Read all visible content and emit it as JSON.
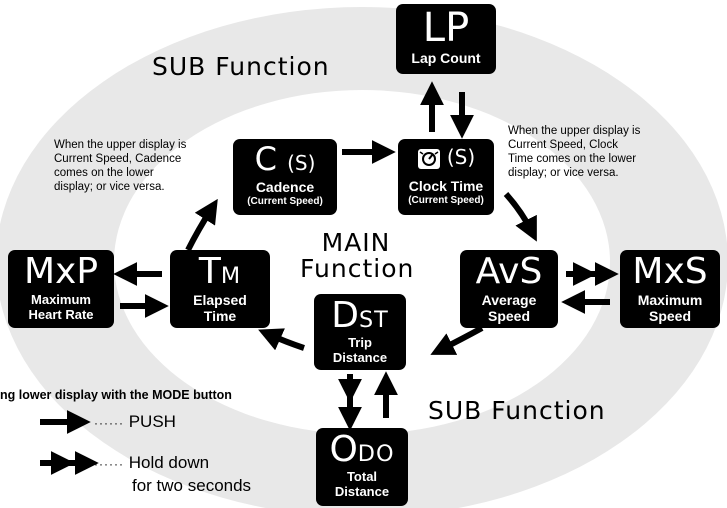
{
  "regions": {
    "sub_top": "SUB Function",
    "main": [
      "MAIN",
      "Function"
    ],
    "sub_bottom": "SUB Function"
  },
  "boxes": {
    "lp": {
      "big": "LP",
      "label": "Lap Count"
    },
    "c": {
      "big": "C",
      "s": "(S)",
      "label": "Cadence",
      "sub": "(Current Speed)"
    },
    "clock": {
      "s": "(S)",
      "label": "Clock Time",
      "sub": "(Current Speed)",
      "icon": "clock-icon"
    },
    "tm": {
      "big": "T",
      "big_small": "M",
      "label": [
        "Elapsed",
        "Time"
      ]
    },
    "mxp": {
      "big": "MxP",
      "label": [
        "Maximum",
        "Heart Rate"
      ]
    },
    "dst": {
      "big": "D",
      "big_small": "ST",
      "label": [
        "Trip",
        "Distance"
      ]
    },
    "avs": {
      "big": "AvS",
      "label": [
        "Average",
        "Speed"
      ]
    },
    "mxs": {
      "big": "MxS",
      "label": [
        "Maximum",
        "Speed"
      ]
    },
    "odo": {
      "big": "O",
      "big_small": "DO",
      "label": [
        "Total",
        "Distance"
      ]
    }
  },
  "notes": {
    "left": [
      "When the upper display is",
      "Current Speed, Cadence",
      "comes on the lower",
      "display; or vice versa."
    ],
    "right": [
      "When the upper display is",
      "Current Speed, Clock",
      "Time comes on the lower",
      "display; or vice versa."
    ]
  },
  "legend": {
    "title": "ng lower display with the MODE button",
    "push": "PUSH",
    "hold": [
      "Hold down",
      "for two seconds"
    ]
  },
  "colors": {
    "ring": "#e8e8e8",
    "box": "#000000",
    "text": "#000000"
  }
}
